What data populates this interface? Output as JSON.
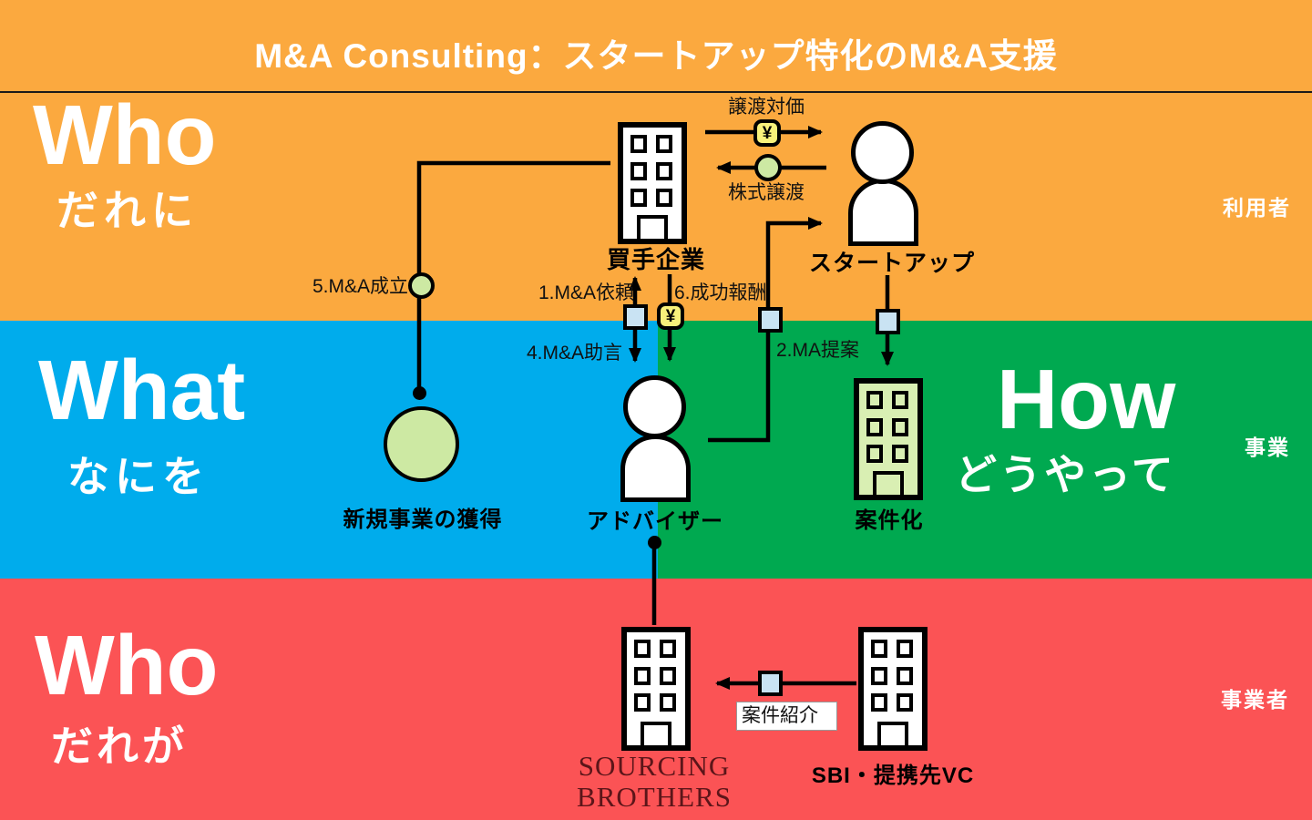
{
  "header": {
    "title": "M&A Consulting：スタートアップ特化のM&A支援"
  },
  "sections": {
    "who_top": {
      "title_en": "Who",
      "title_ja": "だれに",
      "role": "利用者"
    },
    "what": {
      "title_en": "What",
      "title_ja": "なにを"
    },
    "how": {
      "title_en": "How",
      "title_ja": "どうやって",
      "role": "事業"
    },
    "who_bottom": {
      "title_en": "Who",
      "title_ja": "だれが",
      "role": "事業者"
    }
  },
  "entities": {
    "buyer": {
      "label": "買手企業"
    },
    "startup": {
      "label": "スタートアップ"
    },
    "new_business": {
      "label": "新規事業の獲得"
    },
    "advisor": {
      "label": "アドバイザー"
    },
    "deal": {
      "label": "案件化"
    },
    "sourcing": {
      "line1": "SOURCING",
      "line2": "BROTHERS"
    },
    "sbi": {
      "label": "SBI・提携先VC"
    }
  },
  "flows": {
    "transfer_price": {
      "label": "譲渡対価",
      "badge": "¥"
    },
    "share_transfer": {
      "label": "株式譲渡"
    },
    "mna_done": {
      "label": "5.M&A成立"
    },
    "mna_request": {
      "label": "1.M&A依頼"
    },
    "success_fee": {
      "label": "6.成功報酬",
      "badge": "¥"
    },
    "mna_advice": {
      "label": "4.M&A助言"
    },
    "ma_proposal": {
      "label": "2.MA提案"
    },
    "deal_referral": {
      "label": "案件紹介"
    }
  },
  "colors": {
    "orange": "#FBA93F",
    "blue": "#00ACEC",
    "green": "#00A950",
    "red": "#FB5355",
    "light_green": "#CDE9A3",
    "yellow": "#F8F17B",
    "light_blue": "#C9E3F3",
    "line_black": "#000000",
    "sourcing_text": "#5C1519"
  }
}
